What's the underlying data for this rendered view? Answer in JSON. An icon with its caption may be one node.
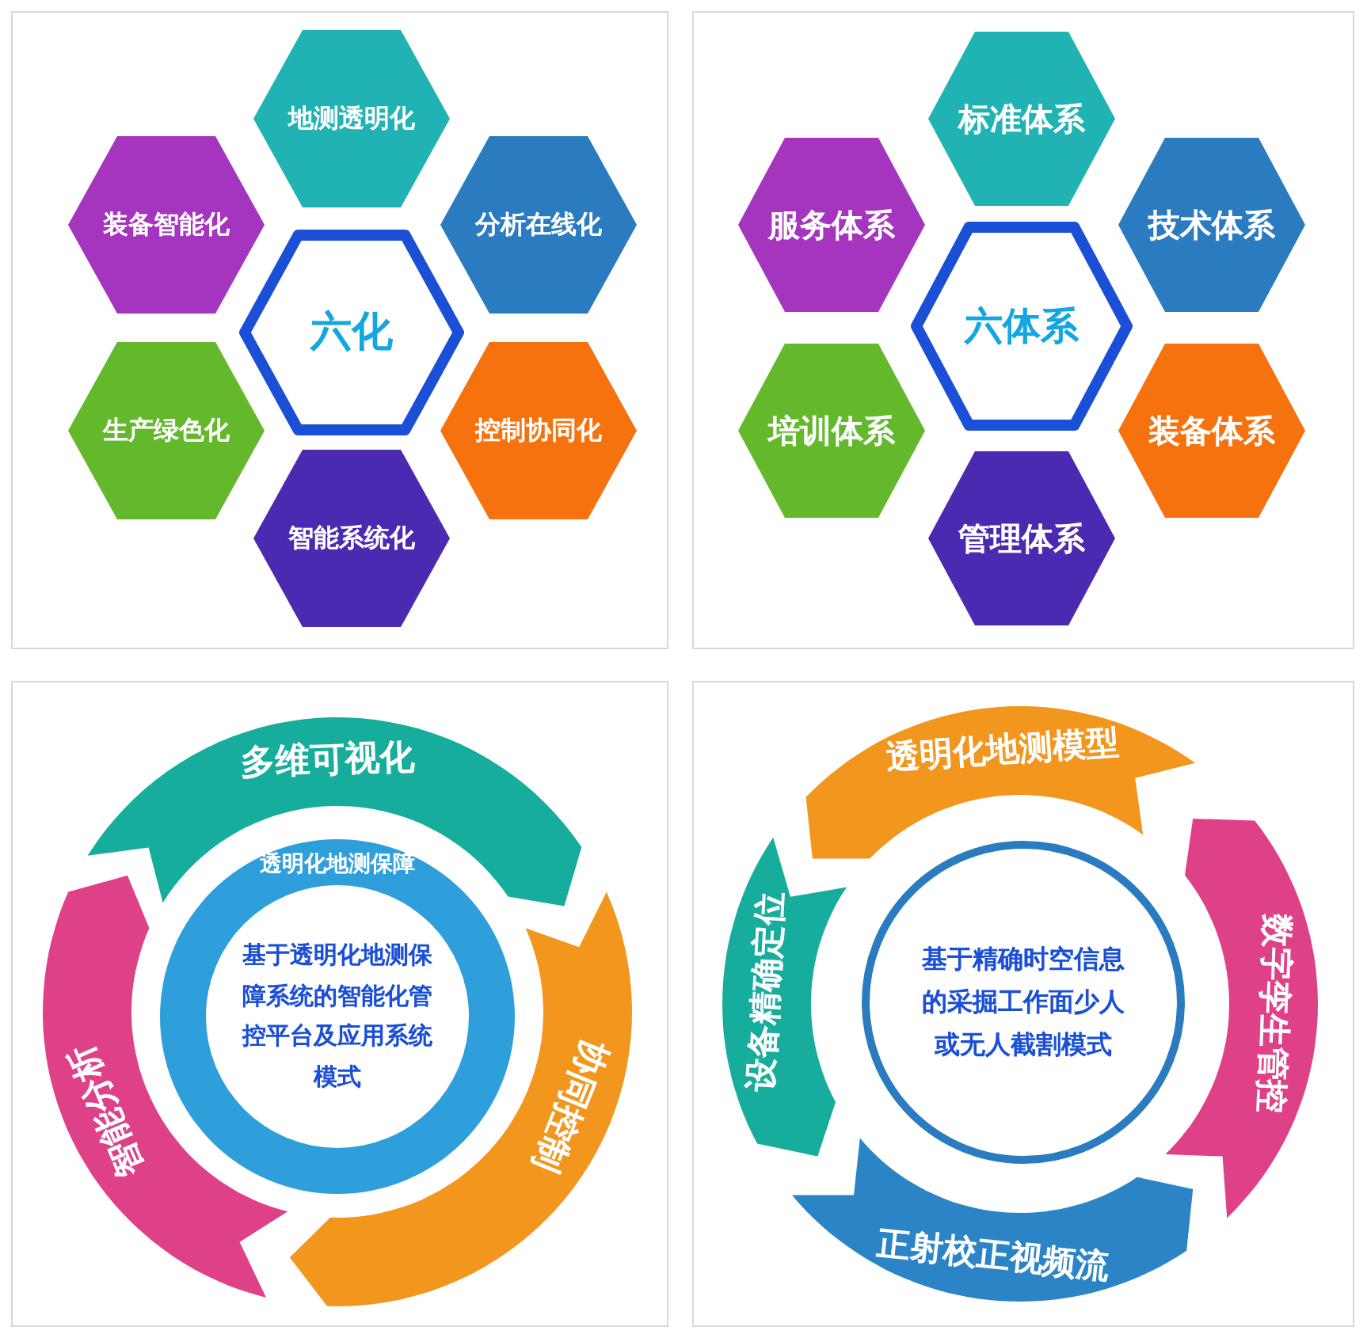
{
  "diagram": {
    "nodes": [
      {
        "text": [
          "六化"
        ]
      },
      {
        "text": [
          "地测透明化"
        ]
      },
      {
        "text": [
          "分析在线化"
        ]
      },
      {
        "text": [
          "控制协同化"
        ]
      },
      {
        "text": [
          "智能系统化"
        ]
      },
      {
        "text": [
          "生产绿色化"
        ]
      },
      {
        "text": [
          "装备智能化"
        ]
      },
      {
        "text": [
          "六体系"
        ]
      },
      {
        "text": [
          "标准体系"
        ]
      },
      {
        "text": [
          "技术体系"
        ]
      },
      {
        "text": [
          "装备体系"
        ]
      },
      {
        "text": [
          "管理体系"
        ]
      },
      {
        "text": [
          "培训体系"
        ]
      },
      {
        "text": [
          "服务体系"
        ]
      },
      {
        "text": [
          "多维可视化"
        ]
      },
      {
        "text": [
          "协同控制"
        ]
      },
      {
        "text": [
          "智能分析"
        ]
      },
      {
        "text": [
          "透明化地测保障"
        ]
      },
      {
        "text": [
          "基于透明化地测保障系统的智能化管控平台及应用系统模式"
        ],
        "in": 17
      },
      {
        "text": [
          "透明化地测模型"
        ]
      },
      {
        "text": [
          "数字孪生管控"
        ]
      },
      {
        "text": [
          "正射校正视频流"
        ]
      },
      {
        "text": [
          "设备精确定位"
        ]
      },
      {
        "text": [
          "基于精确时空信息的采掘工作面少人或无人截割模式"
        ]
      }
    ]
  }
}
